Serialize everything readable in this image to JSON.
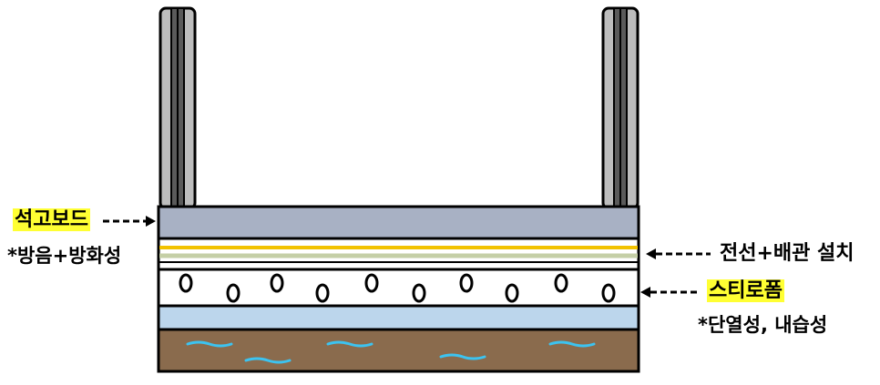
{
  "labels": {
    "gypsum_board": "석고보드",
    "gypsum_note": "*방음+방화성",
    "wiring": "전선+배관 설치",
    "styrofoam": "스티로폼",
    "styrofoam_note": "*단열성, 내습성"
  },
  "colors": {
    "gypsum": "#a8b1c4",
    "cavity": "#ffffff",
    "wire_yellow": "#f2c200",
    "wire_green": "#c5cfa6",
    "insulation_blue": "#bcd6ec",
    "soil_brown": "#8a6b4d",
    "water_lines": "#3cc3f0",
    "stud_gray": "#9a9a9a",
    "highlight": "#ffff33"
  }
}
